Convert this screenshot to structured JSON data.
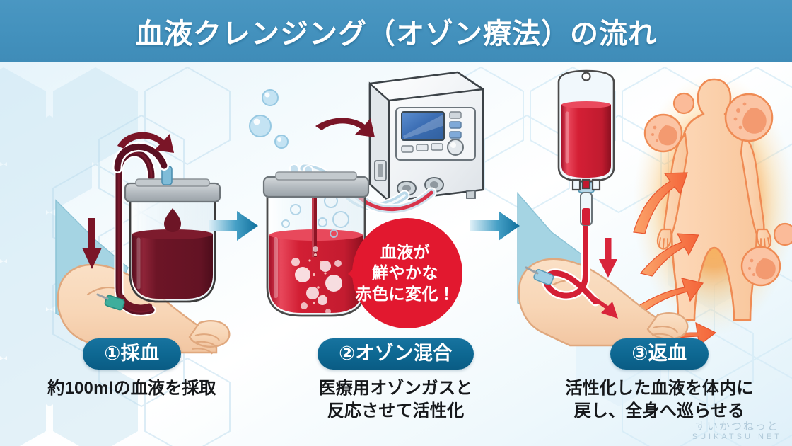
{
  "header": {
    "title": "血液クレンジング（オゾン療法）の流れ",
    "background_color": "#4391bd",
    "text_color": "#ffffff"
  },
  "theme": {
    "page_background": "#eaf6fb",
    "hexagon_pattern_color": "#cfe8f4",
    "pill_color": "#0d6791",
    "caption_color": "#16181b",
    "connector_arrow_color": "#1b7aa8",
    "dark_blood_color": "#6b1526",
    "bright_blood_color": "#d42035",
    "callout_color": "#e2182f",
    "body_glow_color": "#f7941d",
    "skin_color": "#f7d3b4"
  },
  "steps": [
    {
      "id": "step-1",
      "pill_label": "①採血",
      "caption": "約100mlの血液を採取",
      "illustration": {
        "name": "blood-draw-illustration",
        "elements": [
          "arm-with-sleeve",
          "iv-needle",
          "blood-tube",
          "collection-bottle",
          "blood-drop",
          "flow-arrow-down",
          "flow-arrow-curve"
        ]
      }
    },
    {
      "id": "step-2",
      "pill_label": "②オゾン混合",
      "caption": "医療用オゾンガスと\n反応させて活性化",
      "illustration": {
        "name": "ozone-mixing-illustration",
        "elements": [
          "ozone-generator",
          "lcd-screen",
          "control-knob",
          "tube-ports",
          "mixing-bottle",
          "oxygen-bubbles",
          "flow-arrow-curve"
        ]
      }
    },
    {
      "id": "step-3",
      "pill_label": "③返血",
      "caption": "活性化した血液を体内に\n戻し、全身へ巡らせる",
      "illustration": {
        "name": "blood-return-illustration",
        "elements": [
          "iv-bag",
          "drip-chamber",
          "arm-with-sleeve",
          "iv-needle",
          "human-body-silhouette",
          "red-blood-cells",
          "circulation-arrows"
        ]
      }
    }
  ],
  "callout": {
    "lines": [
      "血液が",
      "鮮やかな",
      "赤色に変化！"
    ],
    "text": "血液が\n鮮やかな\n赤色に変化！"
  },
  "connectors": [
    {
      "name": "connector-arrow-1-to-2",
      "direction": "right"
    },
    {
      "name": "connector-arrow-2-to-3",
      "direction": "right"
    }
  ],
  "watermark": {
    "jp": "すいかつねっと",
    "en": "SUIKATSU NET"
  }
}
